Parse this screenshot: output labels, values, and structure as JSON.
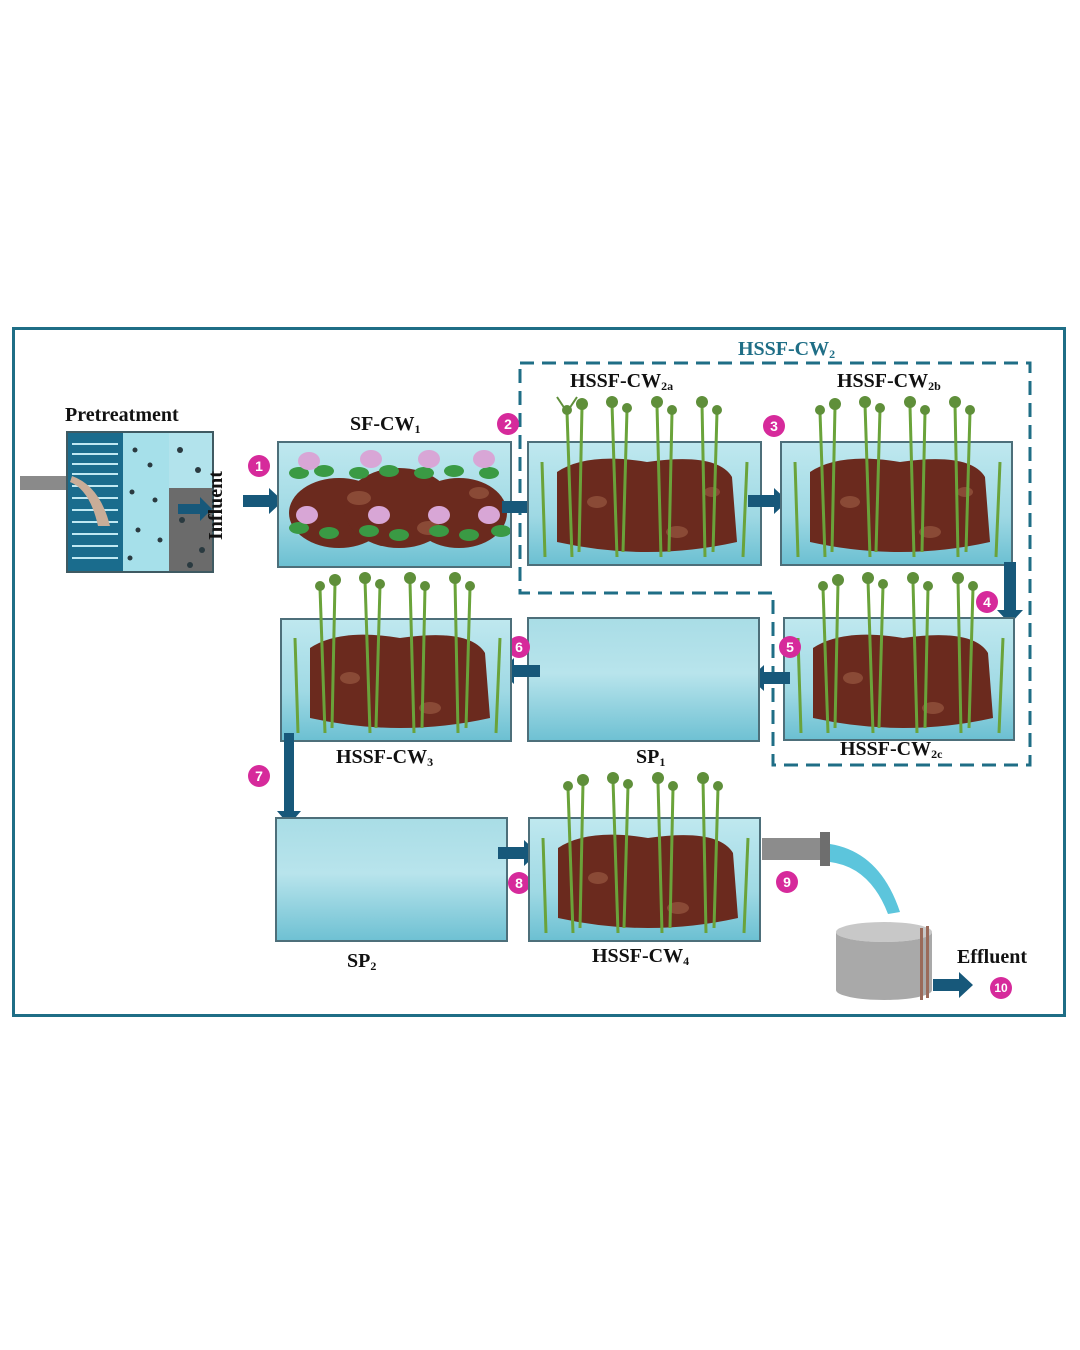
{
  "title": "Constructed wetland treatment train",
  "colors": {
    "frame": "#1f6e86",
    "arrow": "#17587a",
    "badge": "#d62a9b",
    "water": "#9fd9e4",
    "gravel": "#6b2a1e",
    "reed": "#6aa33a",
    "group_label": "#1f6e86"
  },
  "labels": {
    "pretreatment": "Pretreatment",
    "influent": "Influent",
    "sfcw1": "SF-CW",
    "sfcw1_sub": "1",
    "group": "HSSF-CW",
    "group_sub": "2",
    "cw2a": "HSSF-CW",
    "cw2a_sub": "2a",
    "cw2b": "HSSF-CW",
    "cw2b_sub": "2b",
    "cw2c": "HSSF-CW",
    "cw2c_sub": "2c",
    "cw3": "HSSF-CW",
    "cw3_sub": "3",
    "sp1": "SP",
    "sp1_sub": "1",
    "sp2": "SP",
    "sp2_sub": "2",
    "cw4": "HSSF-CW",
    "cw4_sub": "4",
    "effluent": "Effluent"
  },
  "sampling_points": [
    "1",
    "2",
    "3",
    "4",
    "5",
    "6",
    "7",
    "8",
    "9",
    "10"
  ],
  "flow_sequence": [
    "Pretreatment",
    "Influent",
    "SF-CW1",
    "HSSF-CW2a",
    "HSSF-CW2b",
    "HSSF-CW2c",
    "SP1",
    "HSSF-CW3",
    "SP2",
    "HSSF-CW4",
    "Effluent"
  ]
}
